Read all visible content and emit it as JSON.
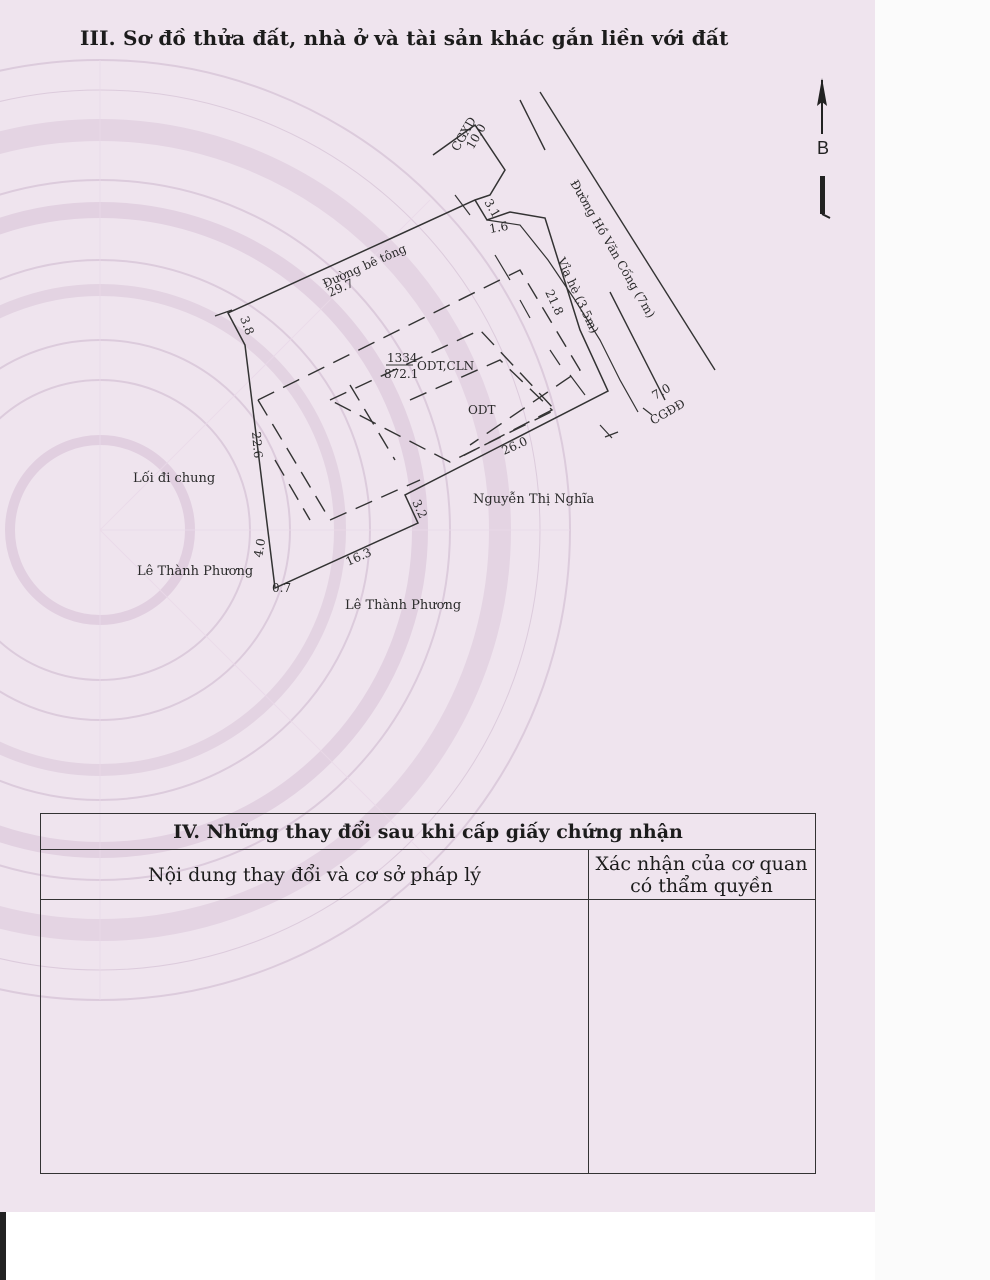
{
  "section3": {
    "title": "III. Sơ đồ thửa đất, nhà ở và tài sản khác gắn liền với đất"
  },
  "map": {
    "north_label": "B",
    "road_concrete": "Đường bê tông",
    "road_main": "Đường Hồ Văn Cống (7m)",
    "sidewalk": "Vỉa hè (3.5m)",
    "cgxd": "CGXD",
    "cgdd": "CGĐĐ",
    "parcel_number": "1334",
    "parcel_area": "872.1",
    "parcel_use": "ODT,CLN",
    "house_use": "ODT",
    "neighbor_common_path": "Lối đi chung",
    "neighbor_le_thanh_phuong_1": "Lê Thành Phương",
    "neighbor_le_thanh_phuong_2": "Lê Thành Phương",
    "neighbor_nguyen_thi_nghia": "Nguyễn Thị Nghĩa",
    "dims": {
      "d10_0": "10.0",
      "d3_1": "3.1",
      "d1_6": "1.6",
      "d29_7": "29.7",
      "d3_8": "3.8",
      "d21_8": "21.8",
      "d7_0": "7.0",
      "d26_0": "26.0",
      "d22_6": "22.6",
      "d3_2": "3.2",
      "d16_3": "16.3",
      "d4_0": "4.0",
      "d0_7": "0.7"
    }
  },
  "section4": {
    "title": "IV. Những thay đổi sau khi cấp giấy chứng nhận",
    "col1_header": "Nội dung thay đổi và cơ sở pháp lý",
    "col2_header_line1": "Xác nhận của cơ quan",
    "col2_header_line2": "có thẩm quyền",
    "col1_content": "",
    "col2_content": ""
  },
  "colors": {
    "paper": "#efe4ee",
    "pattern": "#dccbdc",
    "ink": "#1c1c1c"
  }
}
